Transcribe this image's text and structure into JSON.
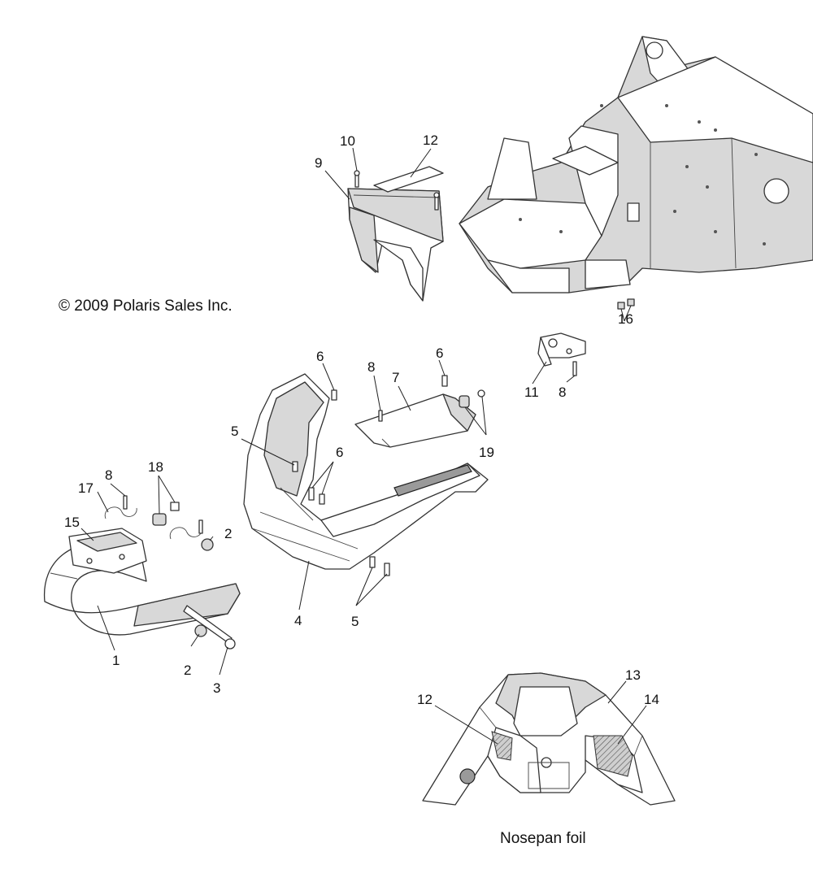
{
  "copyright": "© 2009 Polaris Sales Inc.",
  "inset_caption": "Nosepan foil",
  "callouts": {
    "c1": "1",
    "c2a": "2",
    "c2b": "2",
    "c3": "3",
    "c4": "4",
    "c5a": "5",
    "c5b": "5",
    "c6a": "6",
    "c6b": "6",
    "c6c": "6",
    "c7": "7",
    "c8a": "8",
    "c8b": "8",
    "c8c": "8",
    "c9": "9",
    "c10": "10",
    "c11": "11",
    "c12a": "12",
    "c12b": "12",
    "c13": "13",
    "c14": "14",
    "c15": "15",
    "c16": "16",
    "c17": "17",
    "c18": "18",
    "c19": "19"
  }
}
